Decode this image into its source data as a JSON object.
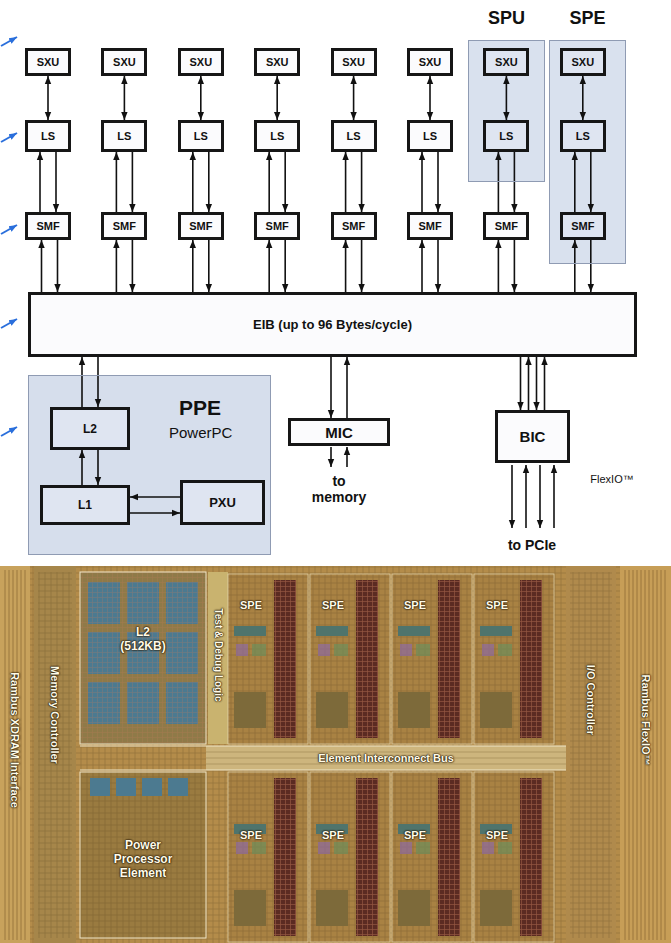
{
  "diagram": {
    "nodes": [
      {
        "text": [
          "SPU"
        ]
      },
      {
        "text": [
          "SPE"
        ]
      },
      {
        "text": [
          "SXU"
        ]
      },
      {
        "text": [
          "SXU"
        ]
      },
      {
        "text": [
          "SXU"
        ]
      },
      {
        "text": [
          "SXU"
        ]
      },
      {
        "text": [
          "SXU"
        ]
      },
      {
        "text": [
          "SXU"
        ]
      },
      {
        "text": [
          "SXU"
        ],
        "in": 0
      },
      {
        "text": [
          "SXU"
        ],
        "in": 1
      },
      {
        "text": [
          "LS"
        ]
      },
      {
        "text": [
          "LS"
        ]
      },
      {
        "text": [
          "LS"
        ]
      },
      {
        "text": [
          "LS"
        ]
      },
      {
        "text": [
          "LS"
        ]
      },
      {
        "text": [
          "LS"
        ]
      },
      {
        "text": [
          "LS"
        ],
        "in": 0
      },
      {
        "text": [
          "LS"
        ],
        "in": 1
      },
      {
        "text": [
          "SMF"
        ]
      },
      {
        "text": [
          "SMF"
        ]
      },
      {
        "text": [
          "SMF"
        ]
      },
      {
        "text": [
          "SMF"
        ]
      },
      {
        "text": [
          "SMF"
        ]
      },
      {
        "text": [
          "SMF"
        ]
      },
      {
        "text": [
          "SMF"
        ]
      },
      {
        "text": [
          "SMF"
        ],
        "in": 1
      },
      {
        "text": [
          "EIB (up to 96 Bytes/cycle)"
        ]
      },
      {
        "text": [
          "PPE",
          "PowerPC"
        ]
      },
      {
        "text": [
          "L2"
        ],
        "in": 27
      },
      {
        "text": [
          "L1"
        ],
        "in": 27
      },
      {
        "text": [
          "PXU"
        ],
        "in": 27
      },
      {
        "text": [
          "MIC"
        ]
      },
      {
        "text": [
          "BIC"
        ]
      }
    ],
    "edges": [
      {
        "from": 2,
        "to": 10,
        "arrow": "both"
      },
      {
        "from": 18,
        "to": 10,
        "arrow": "to"
      },
      {
        "from": 10,
        "to": 18,
        "arrow": "to"
      },
      {
        "from": 26,
        "to": 18,
        "arrow": "to"
      },
      {
        "from": 18,
        "to": 26,
        "arrow": "to"
      },
      {
        "from": 3,
        "to": 11,
        "arrow": "both"
      },
      {
        "from": 19,
        "to": 11,
        "arrow": "to"
      },
      {
        "from": 11,
        "to": 19,
        "arrow": "to"
      },
      {
        "from": 26,
        "to": 19,
        "arrow": "to"
      },
      {
        "from": 19,
        "to": 26,
        "arrow": "to"
      },
      {
        "from": 4,
        "to": 12,
        "arrow": "both"
      },
      {
        "from": 20,
        "to": 12,
        "arrow": "to"
      },
      {
        "from": 12,
        "to": 20,
        "arrow": "to"
      },
      {
        "from": 26,
        "to": 20,
        "arrow": "to"
      },
      {
        "from": 20,
        "to": 26,
        "arrow": "to"
      },
      {
        "from": 5,
        "to": 13,
        "arrow": "both"
      },
      {
        "from": 21,
        "to": 13,
        "arrow": "to"
      },
      {
        "from": 13,
        "to": 21,
        "arrow": "to"
      },
      {
        "from": 26,
        "to": 21,
        "arrow": "to"
      },
      {
        "from": 21,
        "to": 26,
        "arrow": "to"
      },
      {
        "from": 6,
        "to": 14,
        "arrow": "both"
      },
      {
        "from": 22,
        "to": 14,
        "arrow": "to"
      },
      {
        "from": 14,
        "to": 22,
        "arrow": "to"
      },
      {
        "from": 26,
        "to": 22,
        "arrow": "to"
      },
      {
        "from": 22,
        "to": 26,
        "arrow": "to"
      },
      {
        "from": 7,
        "to": 15,
        "arrow": "both"
      },
      {
        "from": 23,
        "to": 15,
        "arrow": "to"
      },
      {
        "from": 15,
        "to": 23,
        "arrow": "to"
      },
      {
        "from": 26,
        "to": 23,
        "arrow": "to"
      },
      {
        "from": 23,
        "to": 26,
        "arrow": "to"
      },
      {
        "from": 8,
        "to": 16,
        "arrow": "both"
      },
      {
        "from": 24,
        "to": 16,
        "arrow": "to"
      },
      {
        "from": 16,
        "to": 24,
        "arrow": "to"
      },
      {
        "from": 26,
        "to": 24,
        "arrow": "to"
      },
      {
        "from": 24,
        "to": 26,
        "arrow": "to"
      },
      {
        "from": 9,
        "to": 17,
        "arrow": "both"
      },
      {
        "from": 25,
        "to": 17,
        "arrow": "to"
      },
      {
        "from": 17,
        "to": 25,
        "arrow": "to"
      },
      {
        "from": 26,
        "to": 25,
        "arrow": "to"
      },
      {
        "from": 25,
        "to": 26,
        "arrow": "to"
      },
      {
        "from": 28,
        "to": 26,
        "arrow": "to"
      },
      {
        "from": 26,
        "to": 28,
        "arrow": "to"
      },
      {
        "from": 29,
        "to": 28,
        "arrow": "to"
      },
      {
        "from": 28,
        "to": 29,
        "arrow": "to"
      },
      {
        "from": 30,
        "to": 29,
        "arrow": "to"
      },
      {
        "from": 29,
        "to": 30,
        "arrow": "to"
      },
      {
        "from": 26,
        "to": 31,
        "arrow": "to"
      },
      {
        "from": 31,
        "to": 26,
        "arrow": "to"
      },
      {
        "from": 26,
        "to": 32,
        "arrow": "to"
      },
      {
        "from": 32,
        "to": 26,
        "arrow": "to"
      },
      {
        "from": 26,
        "to": 32,
        "arrow": "to"
      },
      {
        "from": 32,
        "to": 26,
        "arrow": "to"
      }
    ],
    "labels": [
      "to memory",
      "FlexIO™",
      "to PCIe",
      "Rambus XDRAM Interface",
      "Memory Controller",
      "L2 (512KB)",
      "Test & Debug Logic",
      "SPE",
      "SPE",
      "SPE",
      "SPE",
      "Element Interconnect Bus",
      "Power Processor Element",
      "SPE",
      "SPE",
      "SPE",
      "SPE",
      "I/O Controller",
      "Rambus FlexIO™"
    ]
  }
}
